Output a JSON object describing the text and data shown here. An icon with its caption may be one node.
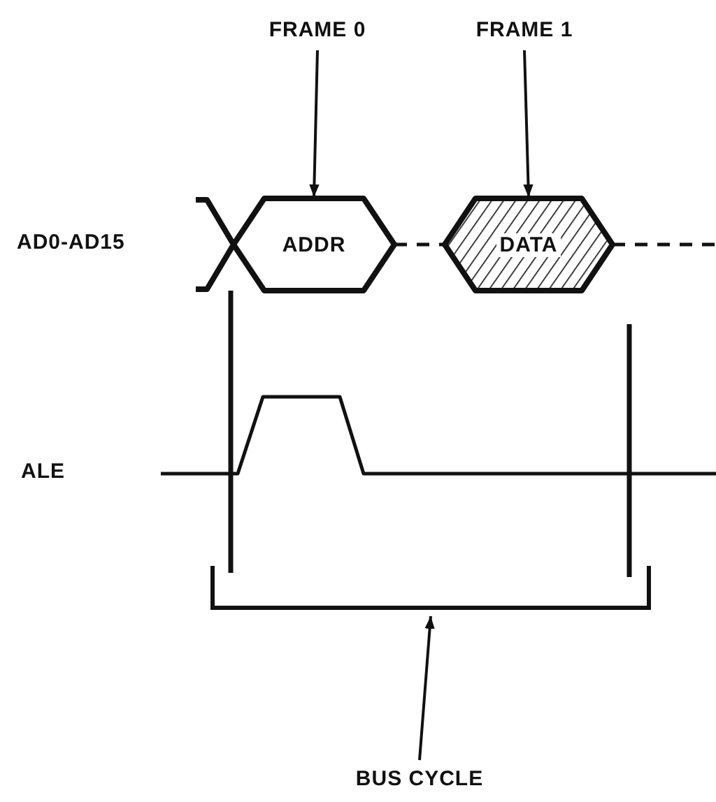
{
  "diagram": {
    "nodes": [
      {
        "text": [
          "FRAME 0"
        ]
      },
      {
        "text": [
          "FRAME 1"
        ]
      },
      {
        "text": [
          "ADDR"
        ]
      },
      {
        "text": [
          "DATA"
        ]
      },
      {
        "text": [],
        "shape": "bracket"
      },
      {
        "text": [
          "BUS CYCLE"
        ]
      }
    ],
    "edges": [
      {
        "from": 0,
        "to": 2,
        "arrow": "to"
      },
      {
        "from": 1,
        "to": 3,
        "arrow": "to"
      },
      {
        "from": 2,
        "to": 3,
        "arrow": "none",
        "style": "dashed"
      },
      {
        "from": 3,
        "to": null,
        "arrow": "none",
        "style": "dashed"
      },
      {
        "from": 5,
        "to": 4,
        "arrow": "to"
      }
    ],
    "labels": [
      "AD0-AD15",
      "ALE"
    ]
  }
}
